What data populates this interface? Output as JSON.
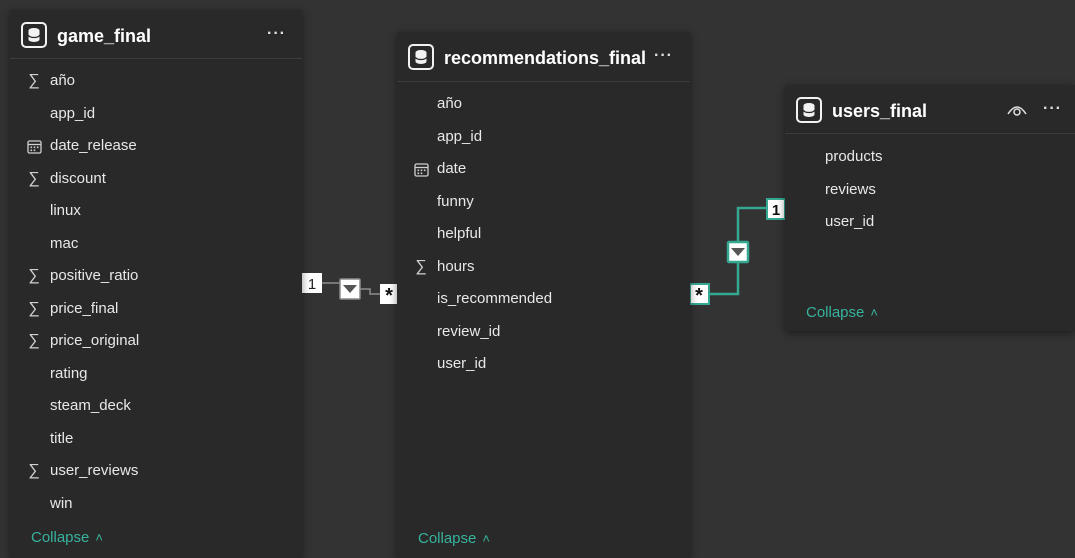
{
  "tables": {
    "game": {
      "title": "game_final",
      "icon": "table-icon",
      "more": "···",
      "collapse": "Collapse",
      "fields": [
        {
          "name": "año",
          "icon": "sigma-icon"
        },
        {
          "name": "app_id",
          "icon": ""
        },
        {
          "name": "date_release",
          "icon": "calendar-icon"
        },
        {
          "name": "discount",
          "icon": "sigma-icon"
        },
        {
          "name": "linux",
          "icon": ""
        },
        {
          "name": "mac",
          "icon": ""
        },
        {
          "name": "positive_ratio",
          "icon": "sigma-icon"
        },
        {
          "name": "price_final",
          "icon": "sigma-icon"
        },
        {
          "name": "price_original",
          "icon": "sigma-icon"
        },
        {
          "name": "rating",
          "icon": ""
        },
        {
          "name": "steam_deck",
          "icon": ""
        },
        {
          "name": "title",
          "icon": ""
        },
        {
          "name": "user_reviews",
          "icon": "sigma-icon"
        },
        {
          "name": "win",
          "icon": ""
        }
      ]
    },
    "recommendations": {
      "title": "recommendations_final",
      "icon": "table-icon",
      "more": "···",
      "collapse": "Collapse",
      "fields": [
        {
          "name": "año",
          "icon": ""
        },
        {
          "name": "app_id",
          "icon": ""
        },
        {
          "name": "date",
          "icon": "calendar-icon"
        },
        {
          "name": "funny",
          "icon": ""
        },
        {
          "name": "helpful",
          "icon": ""
        },
        {
          "name": "hours",
          "icon": "sigma-icon"
        },
        {
          "name": "is_recommended",
          "icon": ""
        },
        {
          "name": "review_id",
          "icon": ""
        },
        {
          "name": "user_id",
          "icon": ""
        }
      ]
    },
    "users": {
      "title": "users_final",
      "icon": "table-icon",
      "more": "···",
      "collapse": "Collapse",
      "fields": [
        {
          "name": "products",
          "icon": ""
        },
        {
          "name": "reviews",
          "icon": ""
        },
        {
          "name": "user_id",
          "icon": ""
        }
      ]
    }
  },
  "relationships": [
    {
      "from_table": "game_final",
      "to_table": "recommendations_final",
      "one_label": "1",
      "many_label": "*",
      "color": "#8c8c8c"
    },
    {
      "from_table": "users_final",
      "to_table": "recommendations_final",
      "one_label": "1",
      "many_label": "*",
      "color": "#35a892"
    }
  ],
  "colors": {
    "background": "#333333",
    "card": "#292929",
    "accent": "#36b39d",
    "inactive_line": "#8c8c8c"
  }
}
